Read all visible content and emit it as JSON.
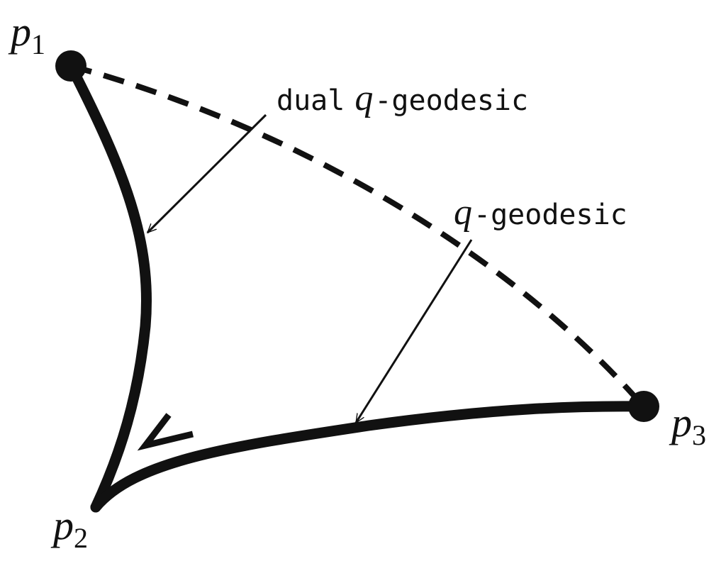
{
  "diagram": {
    "points": [
      {
        "id": "p1",
        "letter": "p",
        "subscript": "1"
      },
      {
        "id": "p2",
        "letter": "p",
        "subscript": "2"
      },
      {
        "id": "p3",
        "letter": "p",
        "subscript": "3"
      }
    ],
    "annotations": {
      "dual": {
        "prefix": "dual",
        "q": "q",
        "suffix": "-geodesic"
      },
      "geodesic": {
        "q": "q",
        "suffix": "-geodesic"
      }
    },
    "edges": [
      {
        "from": "p1",
        "to": "p2",
        "style": "solid-thick",
        "label": "dual q-geodesic"
      },
      {
        "from": "p2",
        "to": "p3",
        "style": "solid-thick",
        "label": "q-geodesic"
      },
      {
        "from": "p1",
        "to": "p3",
        "style": "dashed"
      }
    ],
    "colors": {
      "ink": "#111111",
      "background": "#ffffff"
    }
  }
}
